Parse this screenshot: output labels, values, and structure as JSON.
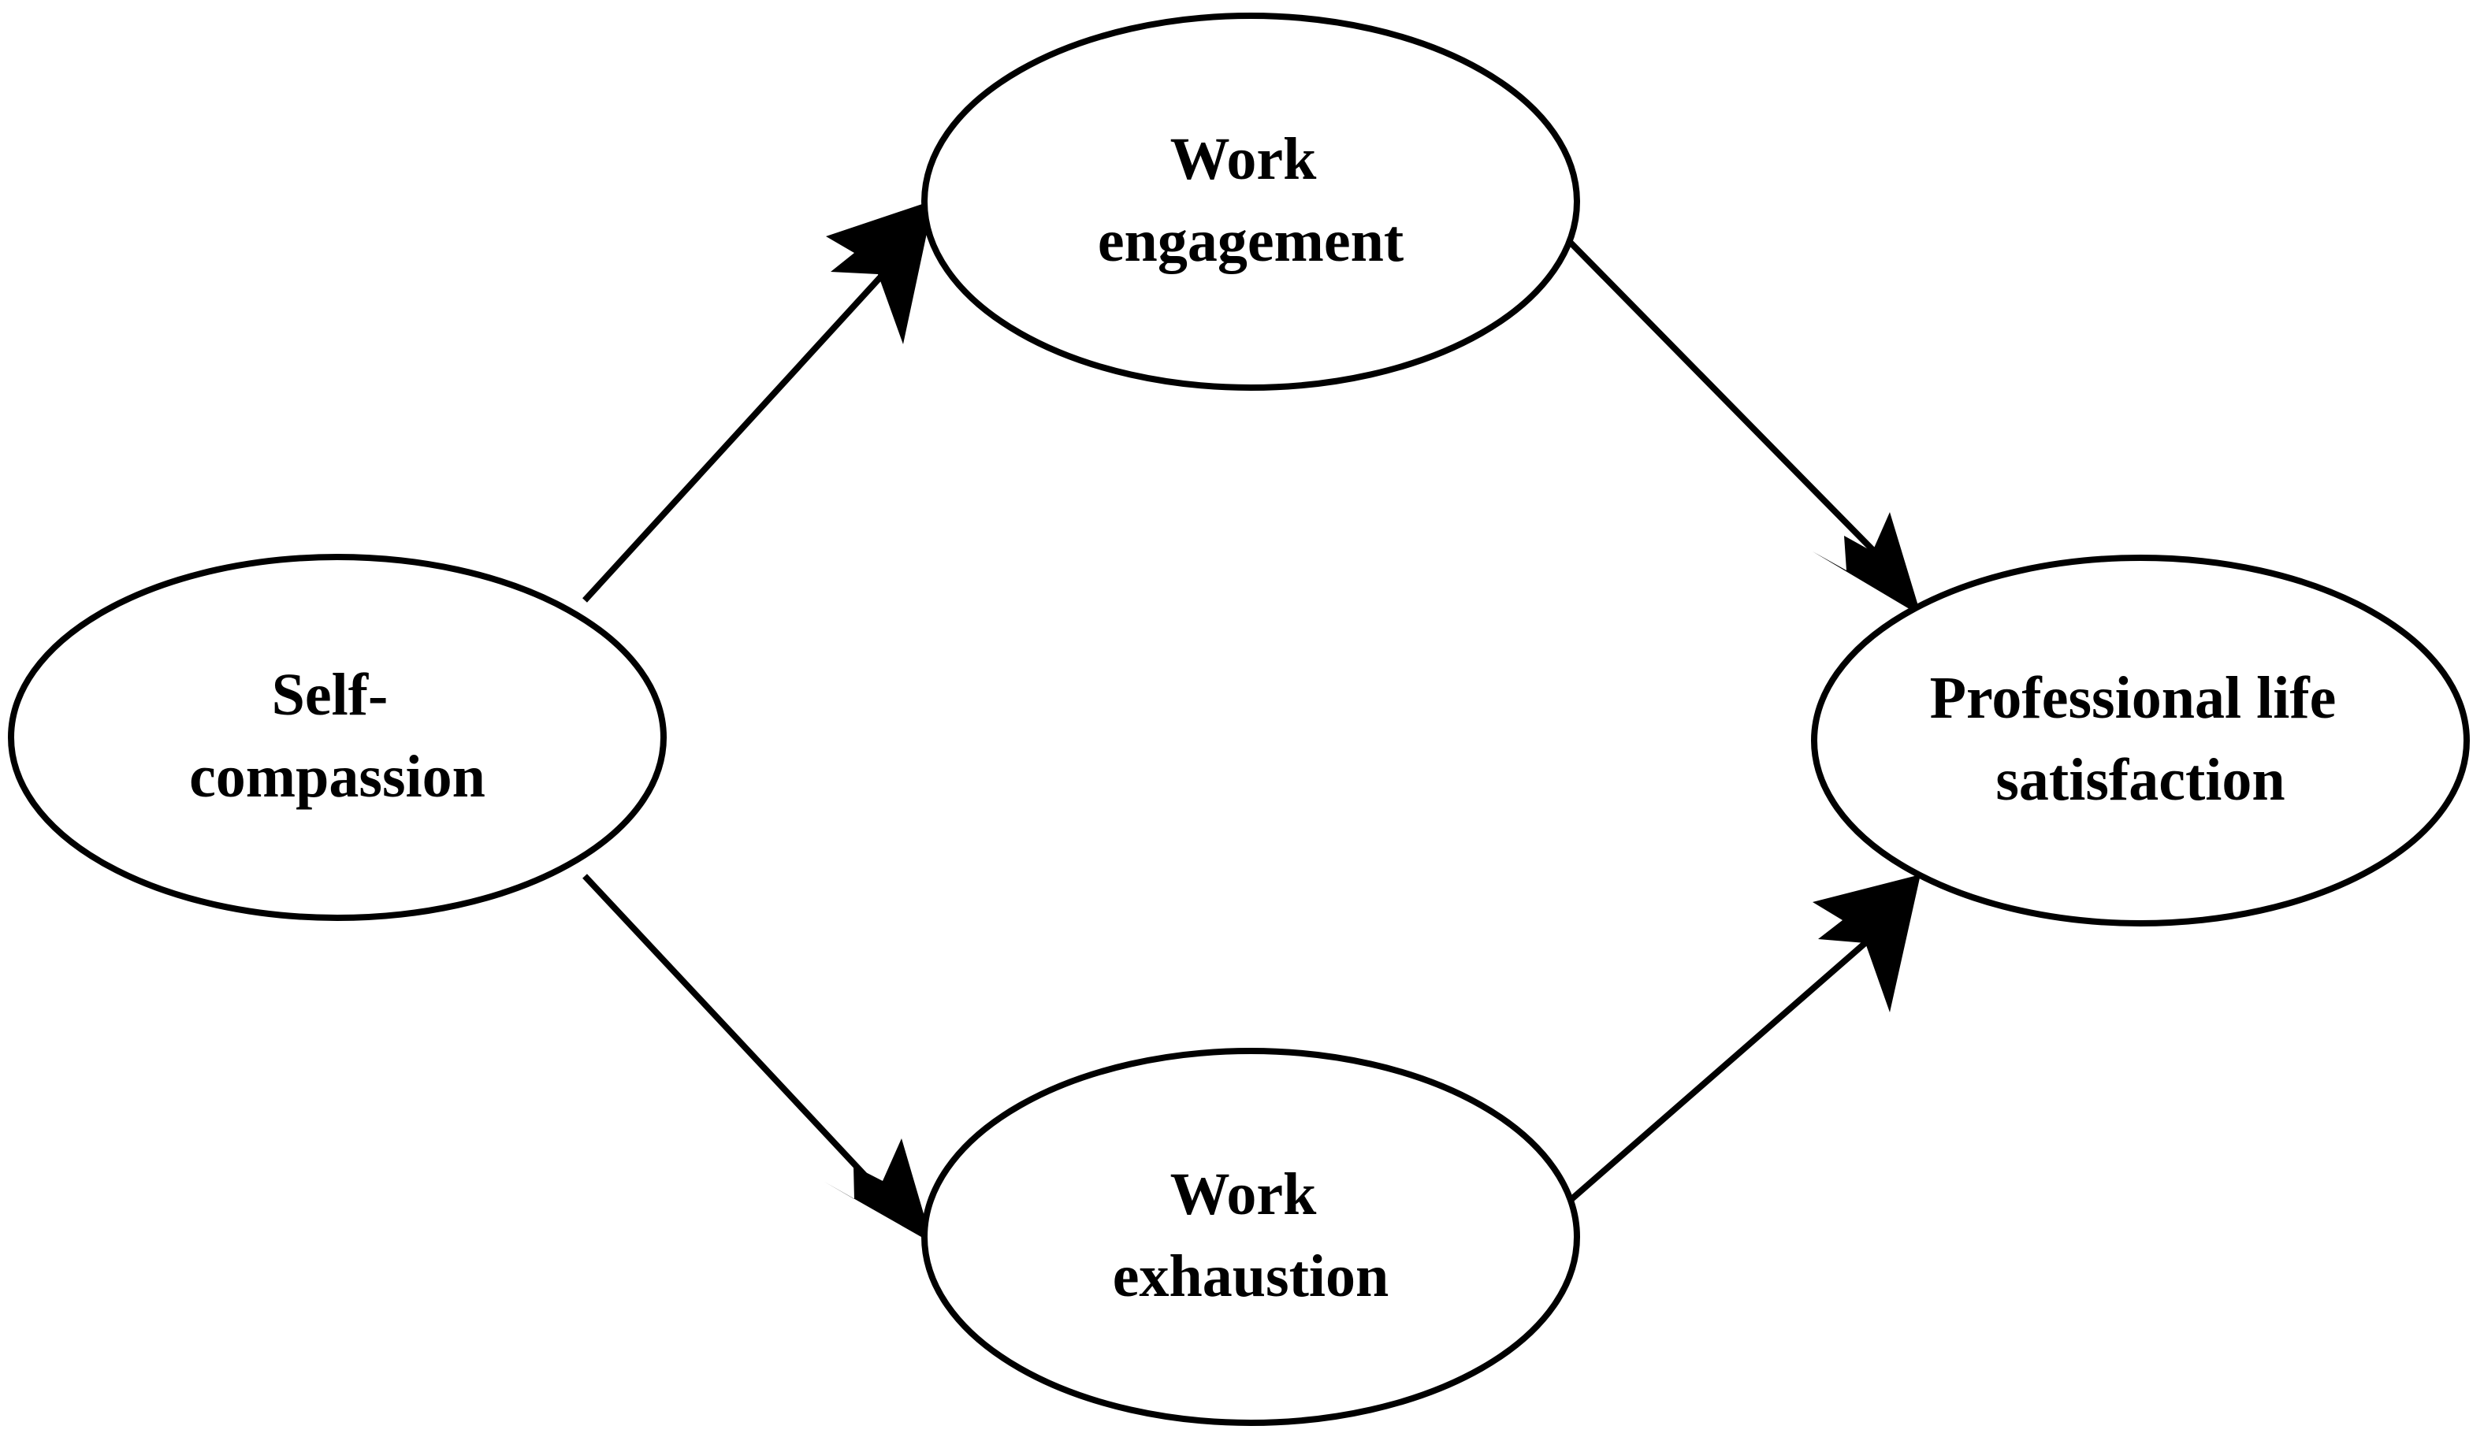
{
  "figure": {
    "type": "path-model-diagram",
    "background_color": "#ffffff",
    "stroke_color": "#000000",
    "nodes": [
      {
        "id": "self-compassion",
        "line1": "Self-",
        "line2": "compassion",
        "role": "predictor"
      },
      {
        "id": "work-engagement",
        "line1": "Work",
        "line2": "engagement",
        "role": "mediator"
      },
      {
        "id": "work-exhaustion",
        "line1": "Work",
        "line2": "exhaustion",
        "role": "mediator"
      },
      {
        "id": "professional-life-satisfaction",
        "line1": "Professional life",
        "line2": "satisfaction",
        "role": "outcome"
      }
    ],
    "edges": [
      {
        "id": "edge-sc-we",
        "from": "self-compassion",
        "to": "work-engagement",
        "label": ""
      },
      {
        "id": "edge-sc-wx",
        "from": "self-compassion",
        "to": "work-exhaustion",
        "label": ""
      },
      {
        "id": "edge-we-pls",
        "from": "work-engagement",
        "to": "professional-life-satisfaction",
        "label": ""
      },
      {
        "id": "edge-wx-pls",
        "from": "work-exhaustion",
        "to": "professional-life-satisfaction",
        "label": ""
      }
    ]
  }
}
